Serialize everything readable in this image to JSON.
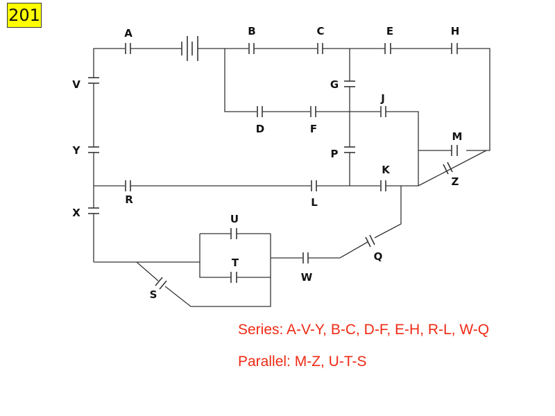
{
  "badge": "201",
  "component_labels": {
    "A": "A",
    "B": "B",
    "C": "C",
    "E": "E",
    "H": "H",
    "V": "V",
    "G": "G",
    "J": "J",
    "D": "D",
    "F": "F",
    "Y": "Y",
    "P": "P",
    "M": "M",
    "K": "K",
    "Z": "Z",
    "R": "R",
    "L": "L",
    "X": "X",
    "U": "U",
    "T": "T",
    "Q": "Q",
    "W": "W",
    "S": "S"
  },
  "notes": {
    "series": "Series: A-V-Y, B-C, D-F, E-H, R-L, W-Q",
    "parallel": "Parallel: M-Z, U-T-S"
  },
  "colors": {
    "badge_bg": "#ffff00",
    "note_text": "#ee2a14",
    "wire": "#333333"
  }
}
